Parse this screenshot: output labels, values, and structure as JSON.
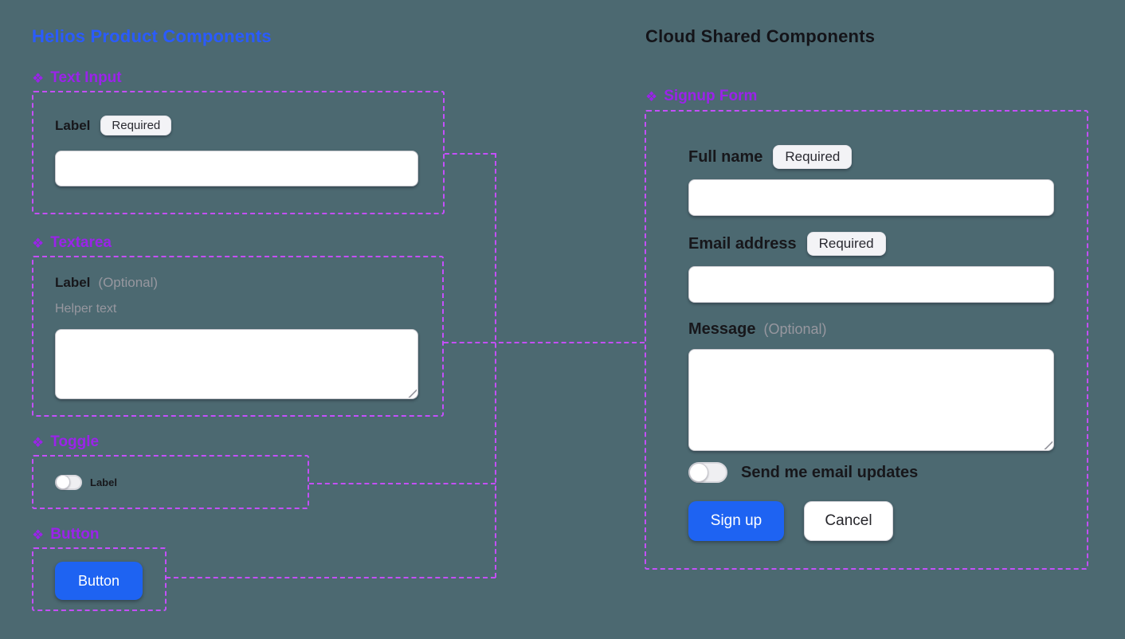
{
  "icons": {
    "component": "❖"
  },
  "left_panel": {
    "title": "Helios Product Components",
    "text_input": {
      "header": "Text Input",
      "label": "Label",
      "badge": "Required"
    },
    "textarea": {
      "header": "Textarea",
      "label": "Label",
      "optional_suffix": "(Optional)",
      "helper_text": "Helper text"
    },
    "toggle": {
      "header": "Toggle",
      "label": "Label"
    },
    "button": {
      "header": "Button",
      "label": "Button"
    }
  },
  "right_panel": {
    "title": "Cloud Shared Components",
    "signup_form": {
      "header": "Signup Form",
      "full_name": {
        "label": "Full name",
        "badge": "Required"
      },
      "email": {
        "label": "Email address",
        "badge": "Required"
      },
      "message": {
        "label": "Message",
        "optional_suffix": "(Optional)"
      },
      "updates_toggle_label": "Send me email updates",
      "submit_label": "Sign up",
      "cancel_label": "Cancel"
    }
  },
  "colors": {
    "background": "#4C6971",
    "accent_blue": "#1E63F2",
    "title_blue": "#2A5BFF",
    "title_dark": "#141419",
    "component_purple": "#9B23EA",
    "outline_purple": "#C44FFB"
  }
}
